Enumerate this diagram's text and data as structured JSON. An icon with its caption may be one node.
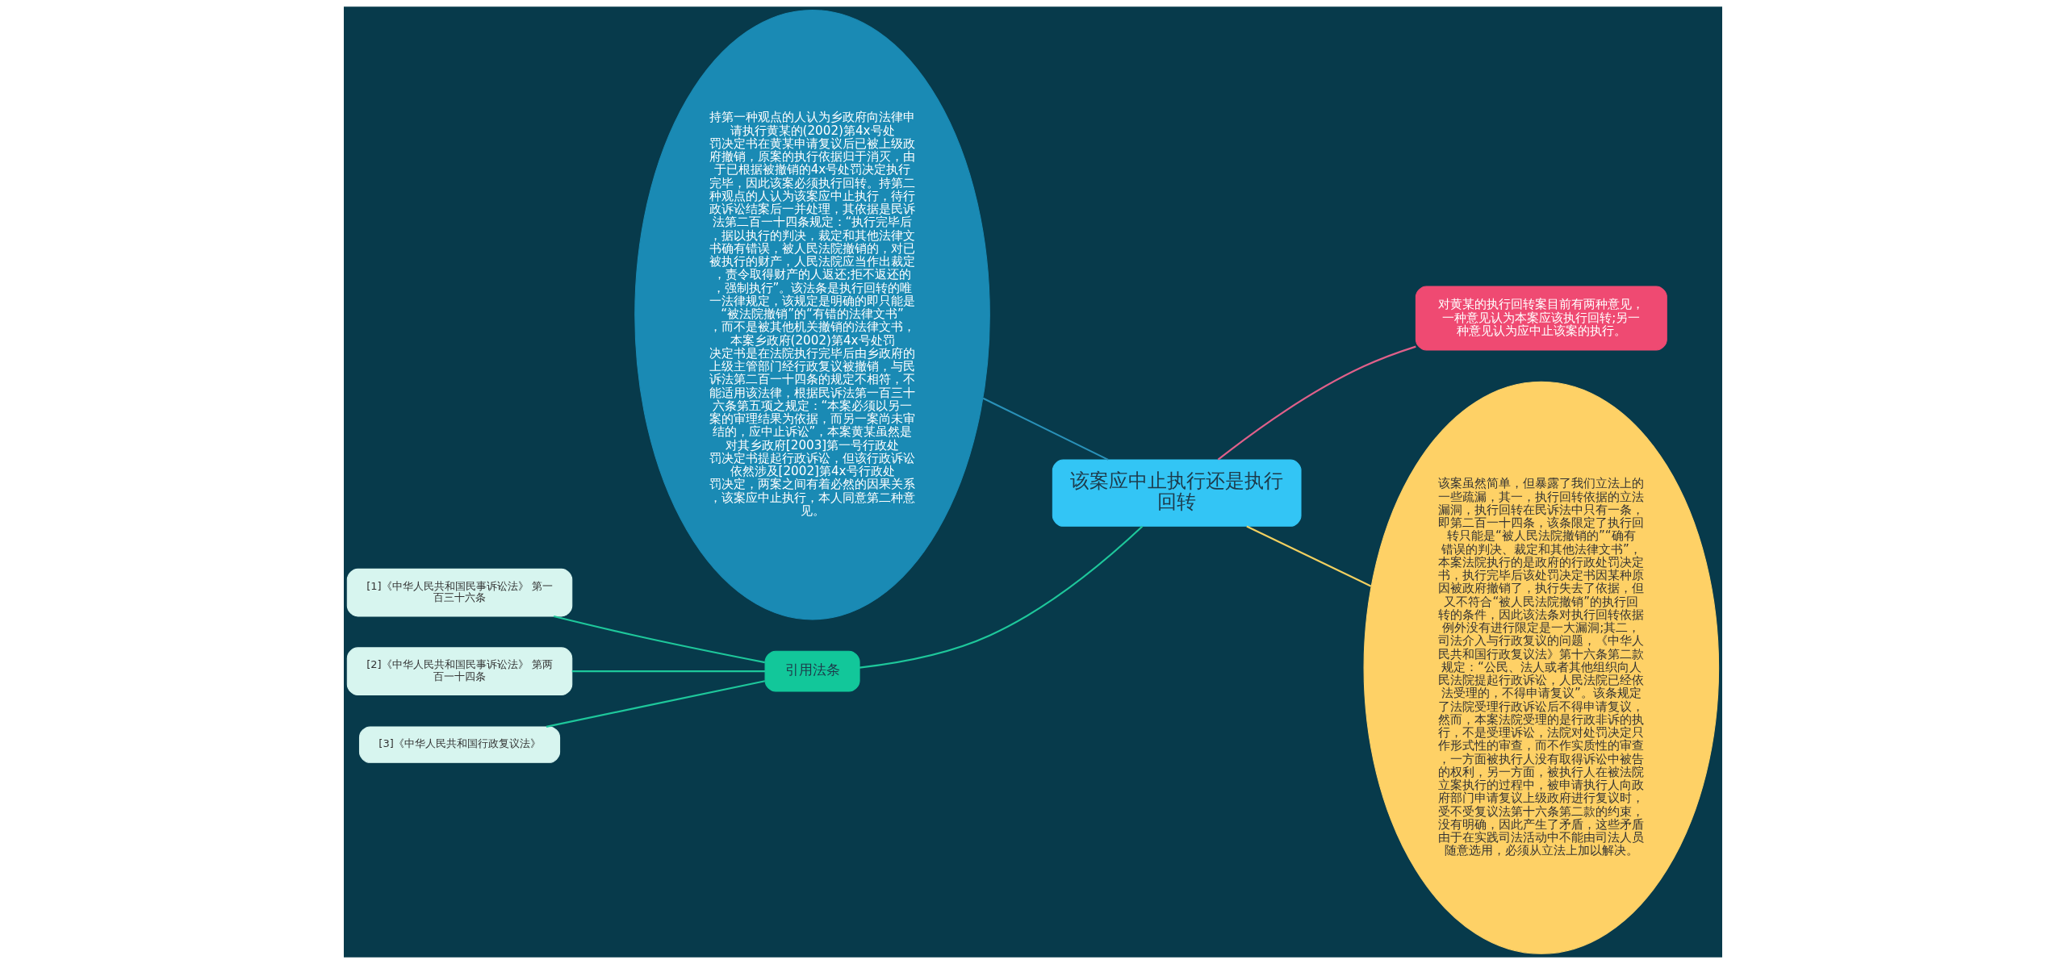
{
  "diagram": {
    "nodes": [
      {
        "text": [
          "该案应中止执行还是执行回转"
        ]
      },
      {
        "text": [
          "持第一种观点的人认为乡政府向法律申请执行黄某的(2002)第4x号处罚决定书在黄某申请复议后已被上级政府撤销，原案的执行依据归于消灭，由于已根据被撤销的4x号处罚决定执行完毕，因此该案必须执行回转。持第二种观点的人认为该案应中止执行，待行政诉讼结案后一并处理，其依据是民诉法第二百一十四条规定：“执行完毕后，据以执行的判决，裁定和其他法律文书确有错误，被人民法院撤销的，对已被执行的财产，人民法院应当作出裁定，责令取得财产的人返还;拒不返还的，强制执行”。该法条是执行回转的唯一法律规定，该规定是明确的即只能是“被法院撤销”的“有错的法律文书”，而不是被其他机关撤销的法律文书，本案乡政府(2002)第4x号处罚决定书是在法院执行完毕后由乡政府的上级主管部门经行政复议被撤销，与民诉法第二百一十四条的规定不相符，不能适用该法律，根据民诉法第一百三十六条第五项之规定：“本案必须以另一案的审理结果为依据，而另一案尚未审结的，应中止诉讼”，本案黄某虽然是对其乡政府[2003]第一号行政处罚决定书提起行政诉讼，但该行政诉讼依然涉及[2002]第4x号行政处罚决定，两案之间有着必然的因果关系，该案应中止执行，本人同意第二种意见。"
        ]
      },
      {
        "text": [
          "对黄某的执行回转案目前有两种意见，一种意见认为本案应该执行回转;另一种意见认为应中止该案的执行。"
        ]
      },
      {
        "text": [
          "该案虽然简单，但暴露了我们立法上的一些疏漏，其一，执行回转依据的立法漏洞，执行回转在民诉法中只有一条，即第二百一十四条，该条限定了执行回转只能是“被人民法院撤销的”“确有错误的判决、裁定和其他法律文书”，本案法院执行的是政府的行政处罚决定书，执行完毕后该处罚决定书因某种原因被政府撤销了，执行失去了依据，但又不符合“被人民法院撤销”的执行回转的条件，因此该法条对执行回转依据例外没有进行限定是一大漏洞;其二，司法介入与行政复议的问题，《中华人民共和国行政复议法》第十六条第二款规定：“公民、法人或者其他组织向人民法院提起行政诉讼，人民法院已经依法受理的，不得申请复议”。该条规定了法院受理行政诉讼后不得申请复议，然而，本案法院受理的是行政非诉的执行，不是受理诉讼，法院对处罚决定只作形式性的审查，而不作实质性的审查，一方面被执行人没有取得诉讼中被告的权利，另一方面，被执行人在被法院立案执行的过程中，被申请执行人向政府部门申请复议上级政府进行复议时，受不受复议法第十六条第二款的约束，没有明确，因此产生了矛盾，这些矛盾由于在实践司法活动中不能由司法人员随意选用，必须从立法上加以解决。"
        ]
      },
      {
        "text": [
          "引用法条"
        ]
      },
      {
        "text": [
          "[1]《中华人民共和国民事诉讼法》 第一百三十六条"
        ]
      },
      {
        "text": [
          "[2]《中华人民共和国民事诉讼法》 第两百一十四条"
        ]
      },
      {
        "text": [
          "[3]《中华人民共和国行政复议法》"
        ]
      }
    ],
    "edges": [
      {
        "from": 0,
        "to": 1,
        "arrow": "none",
        "color": "#2a91b8"
      },
      {
        "from": 0,
        "to": 2,
        "arrow": "none",
        "color": "#e0608a"
      },
      {
        "from": 0,
        "to": 3,
        "arrow": "none",
        "color": "#f2d060"
      },
      {
        "from": 0,
        "to": 4,
        "arrow": "none",
        "color": "#1ec79b"
      },
      {
        "from": 4,
        "to": 5,
        "arrow": "none",
        "color": "#1ec79b"
      },
      {
        "from": 4,
        "to": 6,
        "arrow": "none",
        "color": "#1ec79b"
      },
      {
        "from": 4,
        "to": 7,
        "arrow": "none",
        "color": "#1ec79b"
      }
    ]
  }
}
